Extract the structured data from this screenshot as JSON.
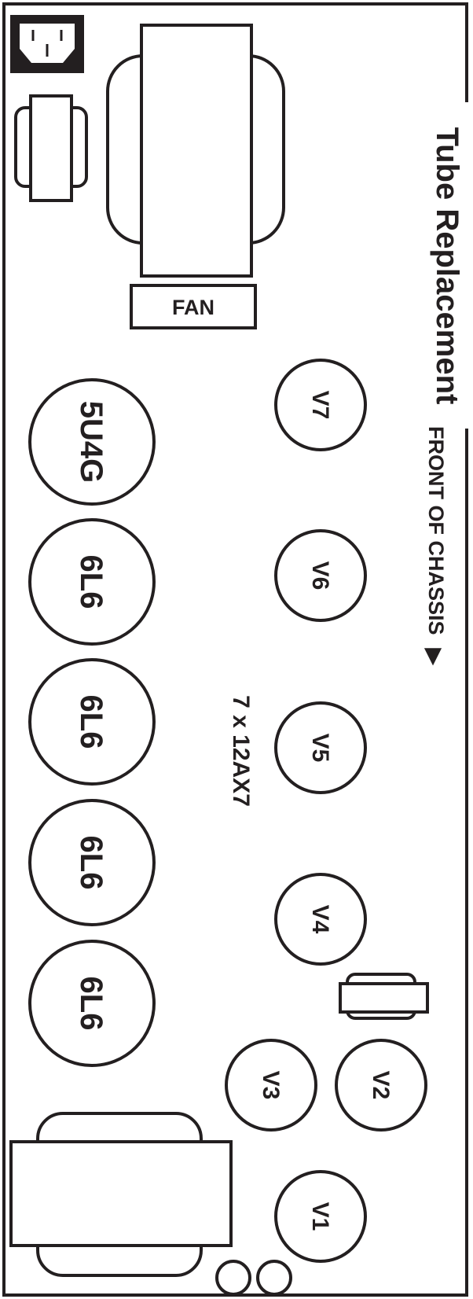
{
  "diagram": {
    "title": "Tube Replacement",
    "front_label": "FRONT OF CHASSIS",
    "front_arrow": "▶",
    "fan_label": "FAN",
    "preamp_note": "7 x 12AX7",
    "power_tubes": [
      "5U4G",
      "6L6",
      "6L6",
      "6L6",
      "6L6"
    ],
    "preamp_tubes": [
      "V7",
      "V6",
      "V5",
      "V4",
      "V3",
      "V2",
      "V1"
    ],
    "colors": {
      "ink": "#231f20",
      "paper": "#ffffff"
    }
  }
}
